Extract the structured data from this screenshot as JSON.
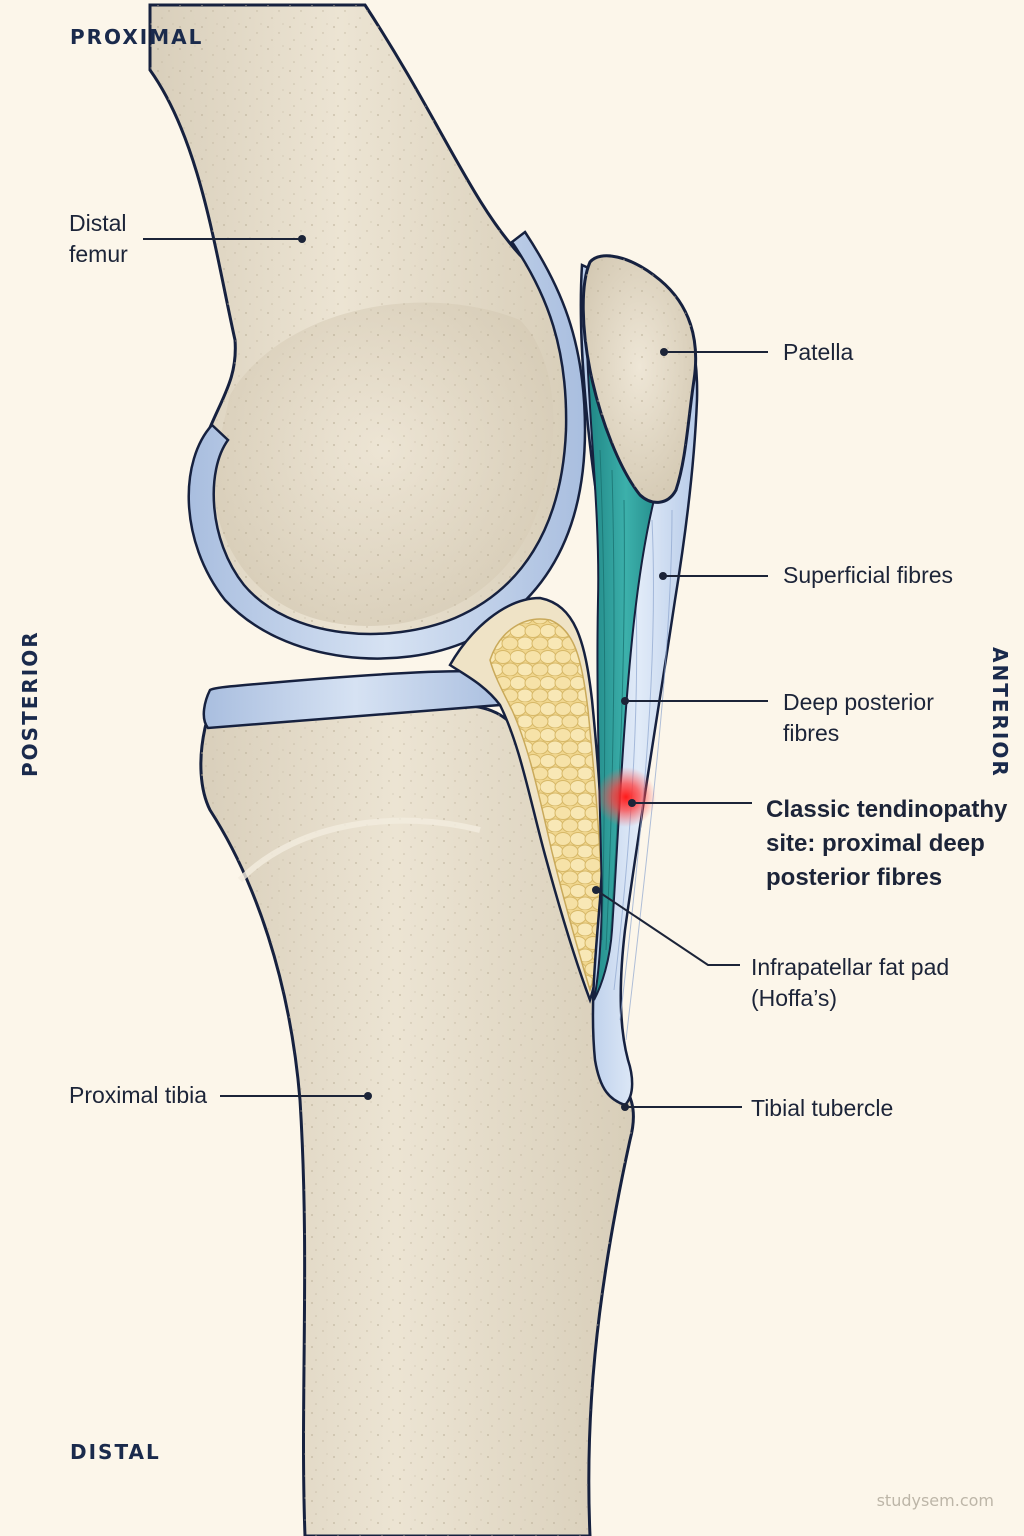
{
  "orientation": {
    "proximal": "PROXIMAL",
    "distal": "DISTAL",
    "posterior": "POSTERIOR",
    "anterior": "ANTERIOR"
  },
  "labels": {
    "distal_femur_1": "Distal",
    "distal_femur_2": "femur",
    "patella": "Patella",
    "superficial": "Superficial fibres",
    "deep_1": "Deep posterior",
    "deep_2": "fibres",
    "classic_1": "Classic tendinopathy",
    "classic_2": "site: proximal deep",
    "classic_3": "posterior fibres",
    "fatpad_1": "Infrapatellar fat pad",
    "fatpad_2": "(Hoffa’s)",
    "tibia": "Proximal tibia",
    "tubercle": "Tibial tubercle"
  },
  "watermark": "studysem.com",
  "colors": {
    "background": "#fcf6ea",
    "bone": "#e8dfcd",
    "cartilage": "#b9cbe6",
    "superficial_tendon": "#c9daf2",
    "deep_tendon": "#2e9a98",
    "fat_pad": "#f3dc9a",
    "lesion": "#e02020",
    "outline": "#16213f"
  }
}
